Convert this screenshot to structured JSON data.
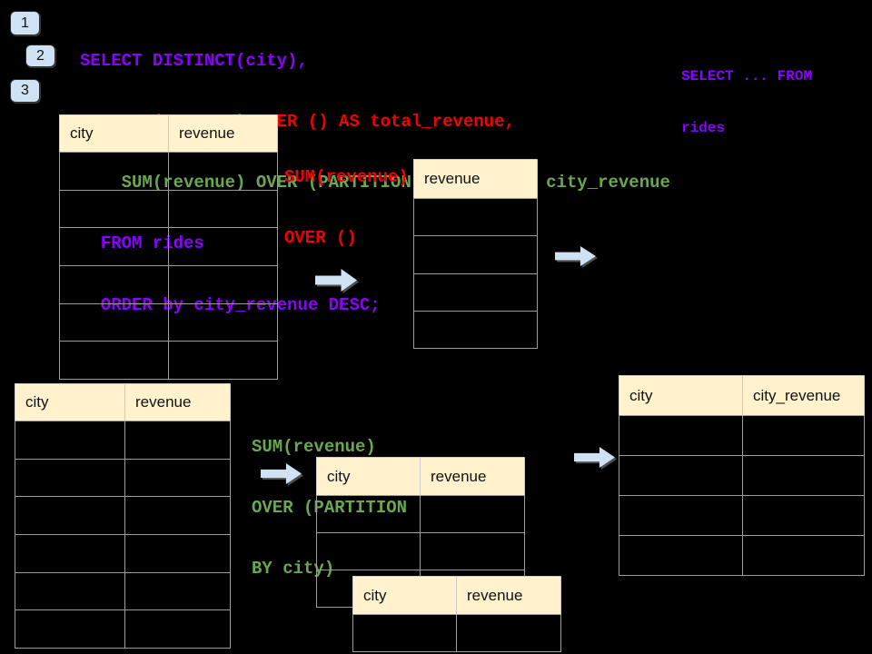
{
  "colors": {
    "bg": "#000000",
    "purple": "#8c00ff",
    "red": "#f40000",
    "green": "#6aa84f",
    "arrow": "#cfe2f3",
    "badge": "#cfe2f3",
    "header_bg": "#fff2cc"
  },
  "badges": [
    {
      "label": "1"
    },
    {
      "label": "2"
    },
    {
      "label": "3"
    }
  ],
  "sql": {
    "lines": [
      {
        "text": "SELECT DISTINCT(city),",
        "color": "purple"
      },
      {
        "text": "    SUM(revenue) OVER () AS total_revenue,",
        "color": "red"
      },
      {
        "text": "    SUM(revenue) OVER (PARTITION BY city) as city_revenue",
        "color": "green"
      },
      {
        "text": "  FROM rides",
        "color": "purple"
      },
      {
        "text": "  ORDER by city_revenue DESC;",
        "color": "purple"
      }
    ]
  },
  "annotations": {
    "total": {
      "color": "red",
      "lines": [
        "SUM(revenue)",
        "OVER ()"
      ]
    },
    "partition": {
      "color": "green",
      "lines": [
        "SUM(revenue)",
        "OVER (PARTITION",
        "BY city)"
      ]
    },
    "from_clause": {
      "color": "purple",
      "lines": [
        "SELECT ... FROM",
        "rides"
      ]
    }
  },
  "tables": {
    "source_top": {
      "columns": [
        "city",
        "revenue"
      ],
      "row_count": 6,
      "cells_empty": true
    },
    "total_result": {
      "columns": [
        "revenue"
      ],
      "row_count": 4,
      "cells_empty": true
    },
    "source_bottom": {
      "columns": [
        "city",
        "revenue"
      ],
      "row_count": 6,
      "cells_empty": true
    },
    "partition_group_a": {
      "columns": [
        "city",
        "revenue"
      ],
      "row_count": 3,
      "cells_empty": true
    },
    "partition_group_b": {
      "columns": [
        "city",
        "revenue"
      ],
      "row_count": 1,
      "cells_empty": true
    },
    "partition_result": {
      "columns": [
        "city",
        "city_revenue"
      ],
      "row_count": 4,
      "cells_empty": true
    }
  }
}
